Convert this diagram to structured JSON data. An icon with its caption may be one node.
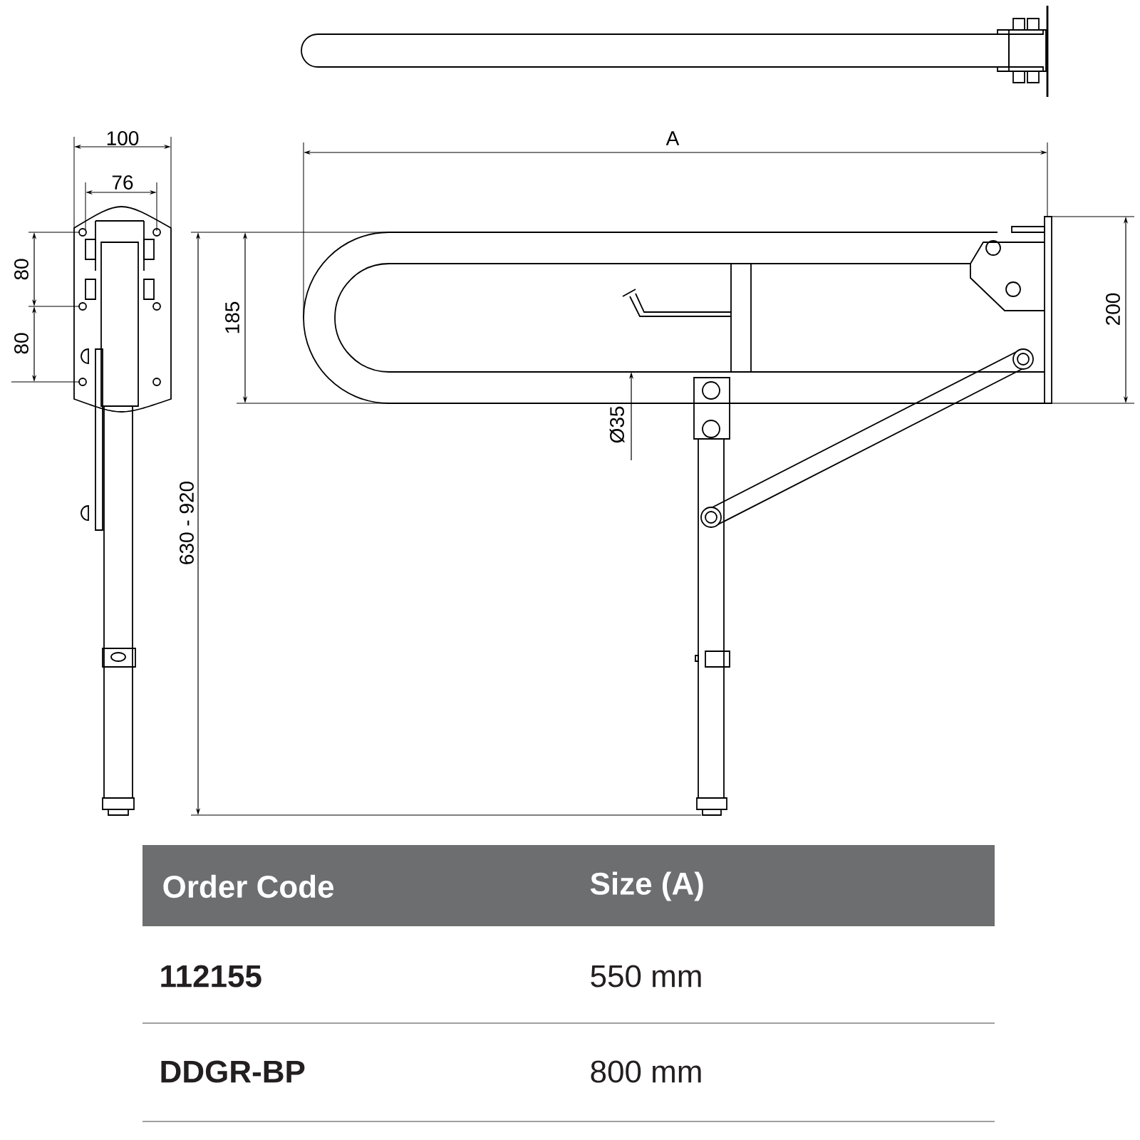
{
  "diagram": {
    "labels": [
      "100",
      "76",
      "80",
      "80",
      "A",
      "185",
      "630 - 920",
      "Ø35",
      "200",
      "Order Code",
      "Size (A)",
      "112155",
      "550 mm",
      "DDGR-BP",
      "800 mm"
    ]
  }
}
